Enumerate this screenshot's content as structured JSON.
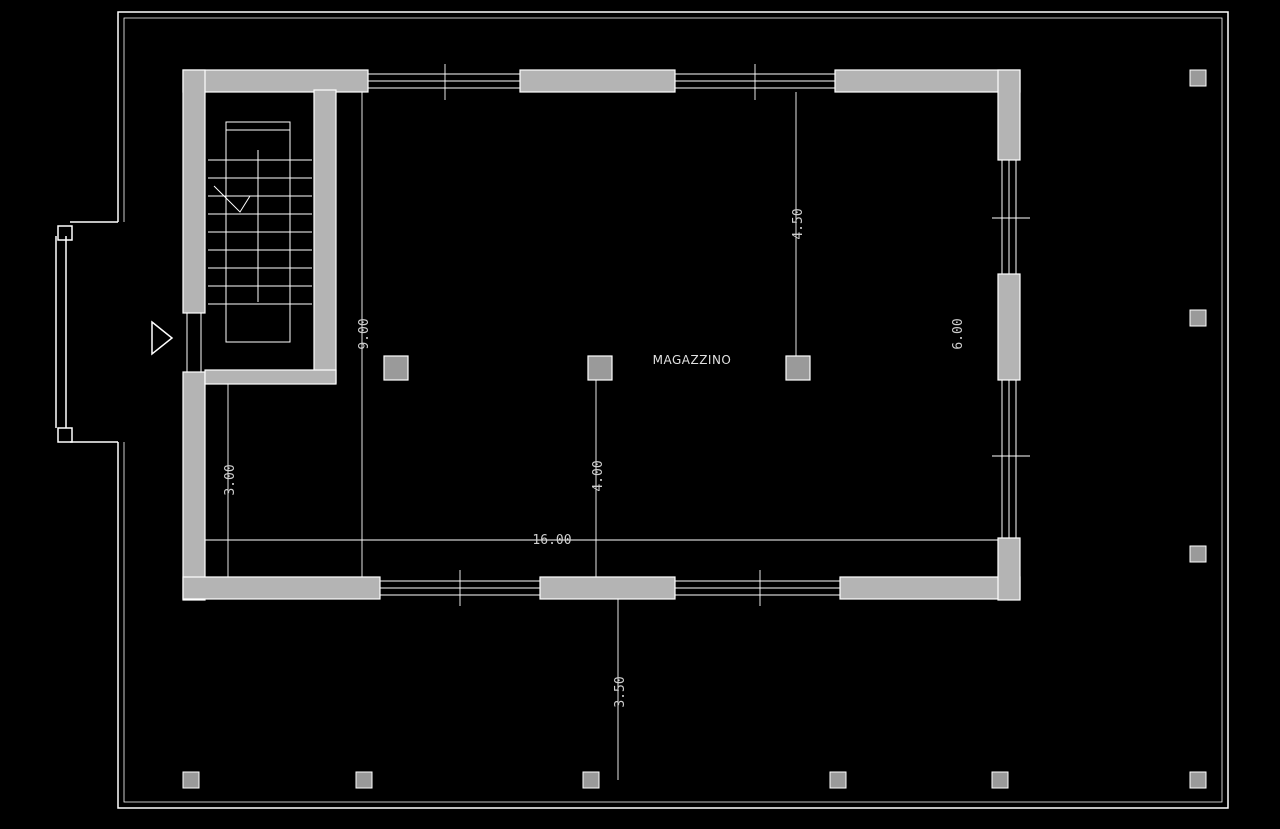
{
  "drawing": {
    "room_label": "MAGAZZINO",
    "dimensions": {
      "height_left": "9.00",
      "height_stair": "3.00",
      "height_right": "6.00",
      "width_bottom": "16.00",
      "column_span": "4.00",
      "right_upper": "4.50",
      "outside_depth": "3.50"
    },
    "colors": {
      "background": "#000000",
      "line": "#ffffff",
      "wall_fill": "#b4b4b4",
      "column_fill": "#9a9a9a"
    }
  }
}
